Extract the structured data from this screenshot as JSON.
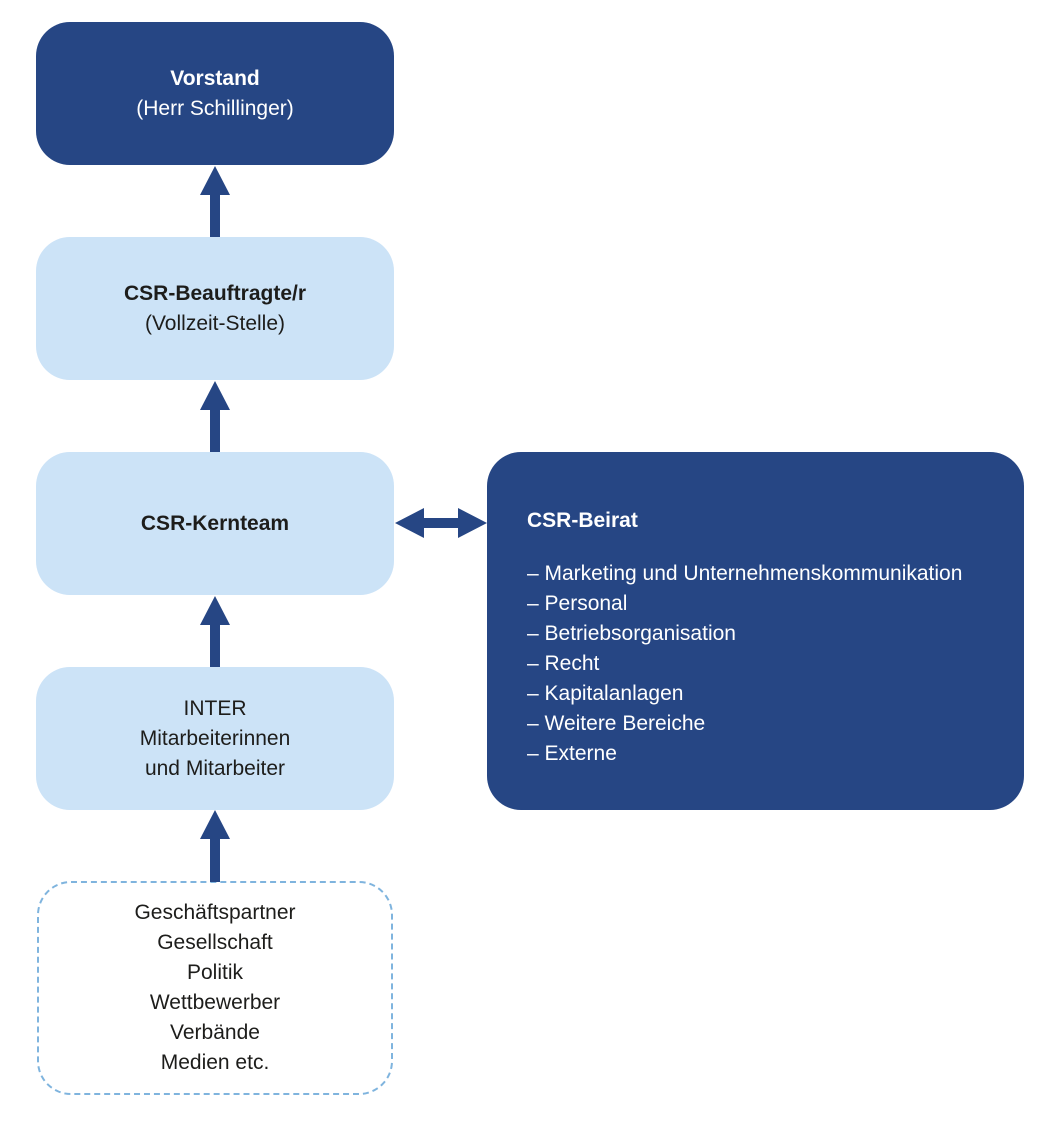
{
  "colors": {
    "dark_box": "#264684",
    "light_box": "#cce3f7",
    "dashed_border": "#7fb4de",
    "arrow": "#264684"
  },
  "vorstand": {
    "title": "Vorstand",
    "subtitle": "(Herr Schillinger)"
  },
  "beauftragte": {
    "title": "CSR-Beauftragte/r",
    "subtitle": "(Vollzeit-Stelle)"
  },
  "kernteam": {
    "title": "CSR-Kernteam"
  },
  "inter": {
    "lines": [
      "INTER",
      "Mitarbeiterinnen",
      "und Mitarbeiter"
    ]
  },
  "stakeholder": {
    "lines": [
      "Geschäftspartner",
      "Gesellschaft",
      "Politik",
      "Wettbewerber",
      "Verbände",
      "Medien etc."
    ]
  },
  "beirat": {
    "title": "CSR-Beirat",
    "items": [
      "– Marketing und Unternehmenskommunikation",
      "– Personal",
      "– Betriebsorganisation",
      "– Recht",
      "– Kapitalanlagen",
      "– Weitere Bereiche",
      "– Externe"
    ]
  }
}
